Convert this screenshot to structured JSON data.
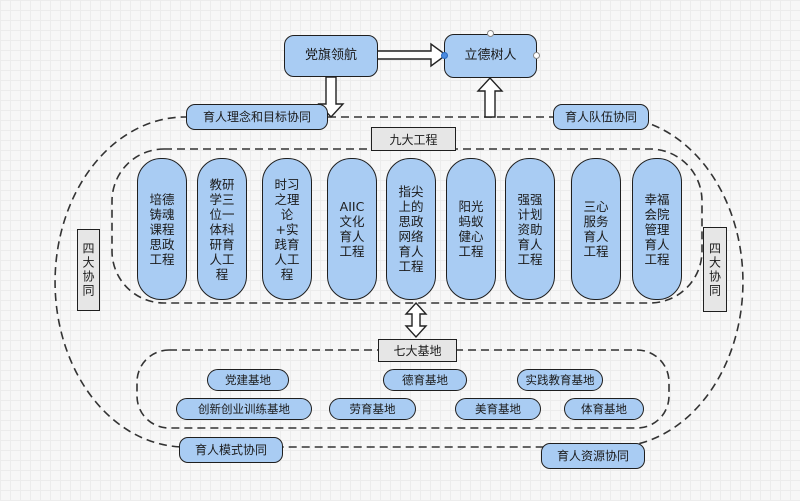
{
  "top": {
    "leadership": "党旗领航",
    "goal": "立德树人"
  },
  "collab": {
    "top_left": "育人理念和目标协同",
    "top_right": "育人队伍协同",
    "bottom_left": "育人模式协同",
    "bottom_right": "育人资源协同"
  },
  "side": {
    "left": "四大协同",
    "right": "四大协同"
  },
  "nine": {
    "title": "九大工程",
    "items": [
      "培德铸魂课程思政工程",
      "教研学三位一体科研育人工程",
      "时习之理论+实践育人工程",
      "AIIC文化育人工程",
      "指尖上的思政网络育人工程",
      "阳光蚂蚁健心工程",
      "强强计划资助育人工程",
      "三心服务育人工程",
      "幸福会院管理育人工程"
    ]
  },
  "seven": {
    "title": "七大基地",
    "items": [
      "党建基地",
      "德育基地",
      "实践教育基地",
      "创新创业训练基地",
      "劳育基地",
      "美育基地",
      "体育基地"
    ]
  },
  "colors": {
    "box_fill": "#a9ccf3",
    "label_fill": "#e6e6e6",
    "stroke": "#1f1f1f"
  }
}
